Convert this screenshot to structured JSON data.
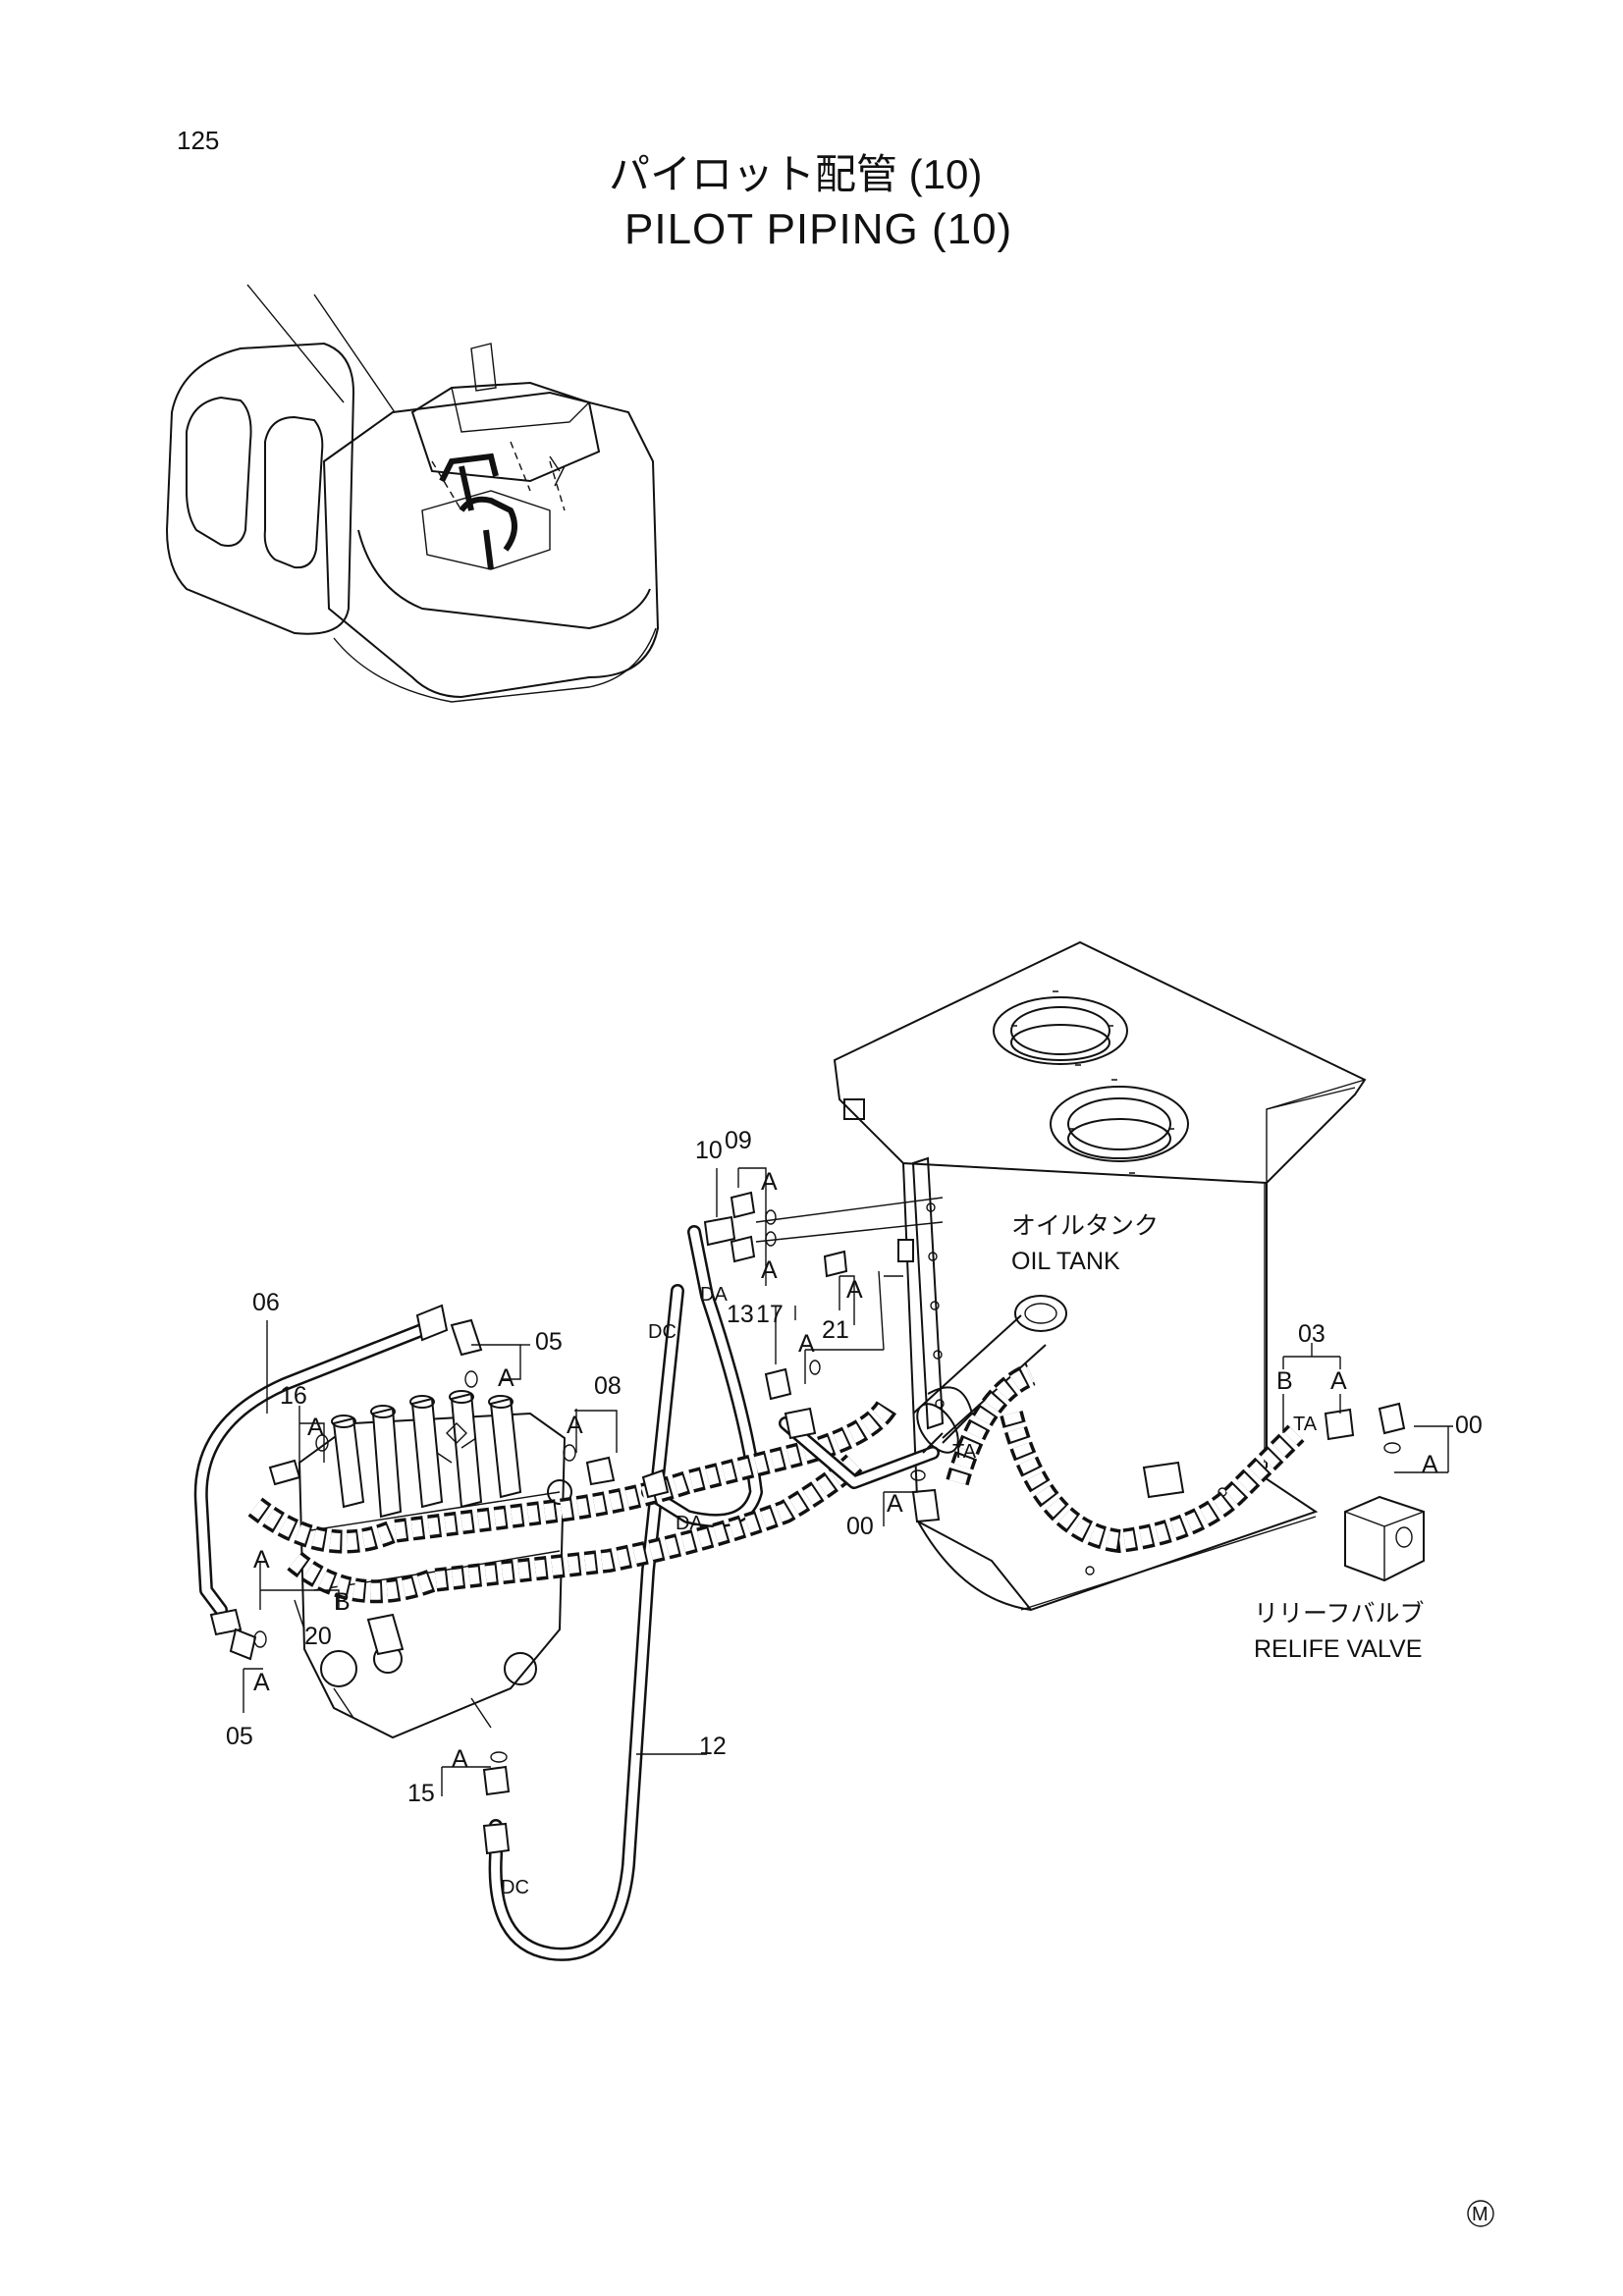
{
  "page": {
    "number": "125",
    "title_jp": "パイロット配管 (10)",
    "title_en": "PILOT PIPING (10)",
    "footer_mark": "M"
  },
  "components": {
    "oil_tank_jp": "オイルタンク",
    "oil_tank_en": "OIL TANK",
    "relief_valve_jp": "リリーフバルブ",
    "relief_valve_en": "RELIFE VALVE"
  },
  "callouts": {
    "p10": "10",
    "p09": "09",
    "p13": "13",
    "p17": "17",
    "p21": "21",
    "p06": "06",
    "p05_top": "05",
    "p16": "16",
    "p08": "08",
    "p03": "03",
    "p00_right": "00",
    "p00_mid": "00",
    "p20": "20",
    "p05_bottom": "05",
    "p15": "15",
    "p12": "12"
  },
  "letters": {
    "A": "A",
    "B": "B",
    "DA": "DA",
    "DC": "DC",
    "TA": "TA"
  }
}
